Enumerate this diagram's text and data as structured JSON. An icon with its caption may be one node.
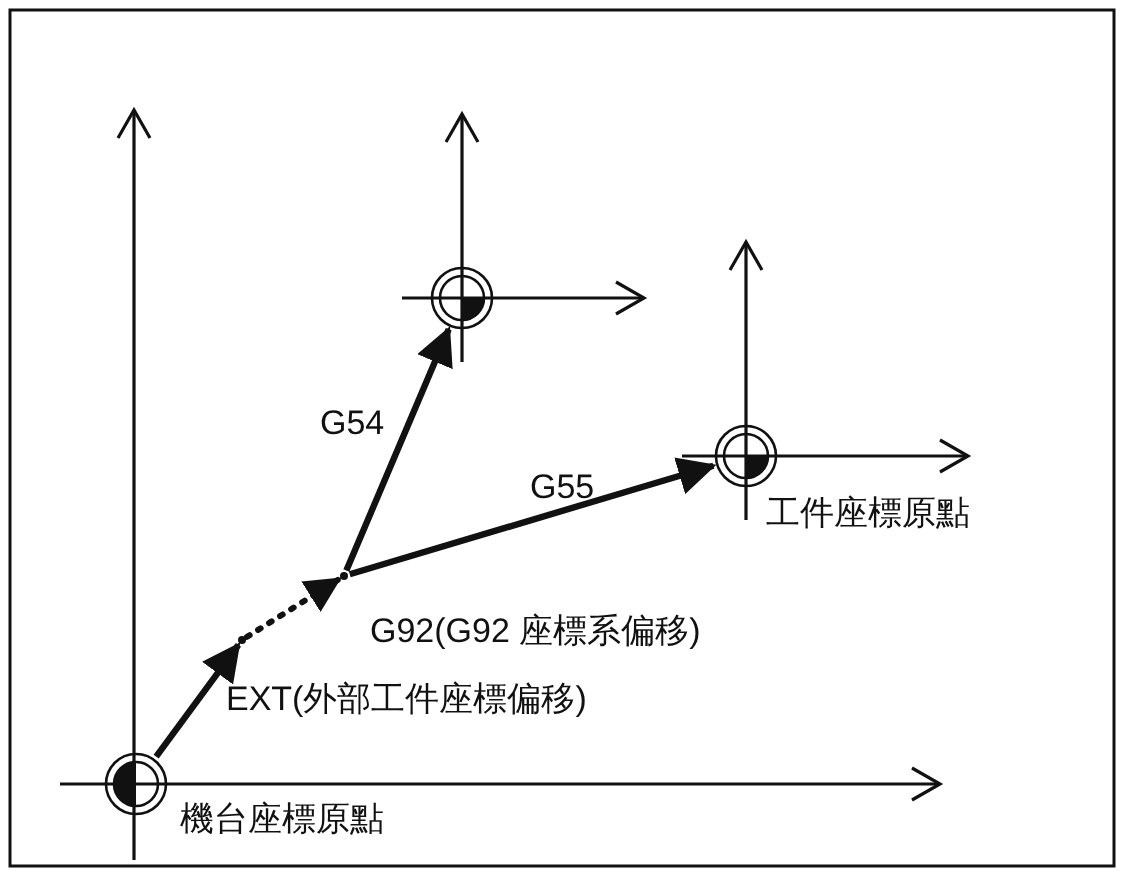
{
  "diagram": {
    "nodes": [
      {
        "text": [],
        "shape": "circle",
        "beside": [
          "機台座標原點"
        ]
      },
      {
        "text": [],
        "shape": "point"
      },
      {
        "text": [],
        "shape": "point"
      },
      {
        "text": [],
        "shape": "circle"
      },
      {
        "text": [],
        "shape": "circle",
        "beside": [
          "工件座標原點"
        ]
      }
    ],
    "edges": [
      {
        "from": 0,
        "to": 1,
        "arrow": "to",
        "label": "EXT(外部工件座標偏移)"
      },
      {
        "from": 1,
        "to": 2,
        "arrow": "to",
        "style": "dashed",
        "label": "G92(G92 座標系偏移)"
      },
      {
        "from": 2,
        "to": 3,
        "arrow": "to",
        "label": "G54"
      },
      {
        "from": 2,
        "to": 4,
        "arrow": "to",
        "label": "G55"
      }
    ]
  }
}
